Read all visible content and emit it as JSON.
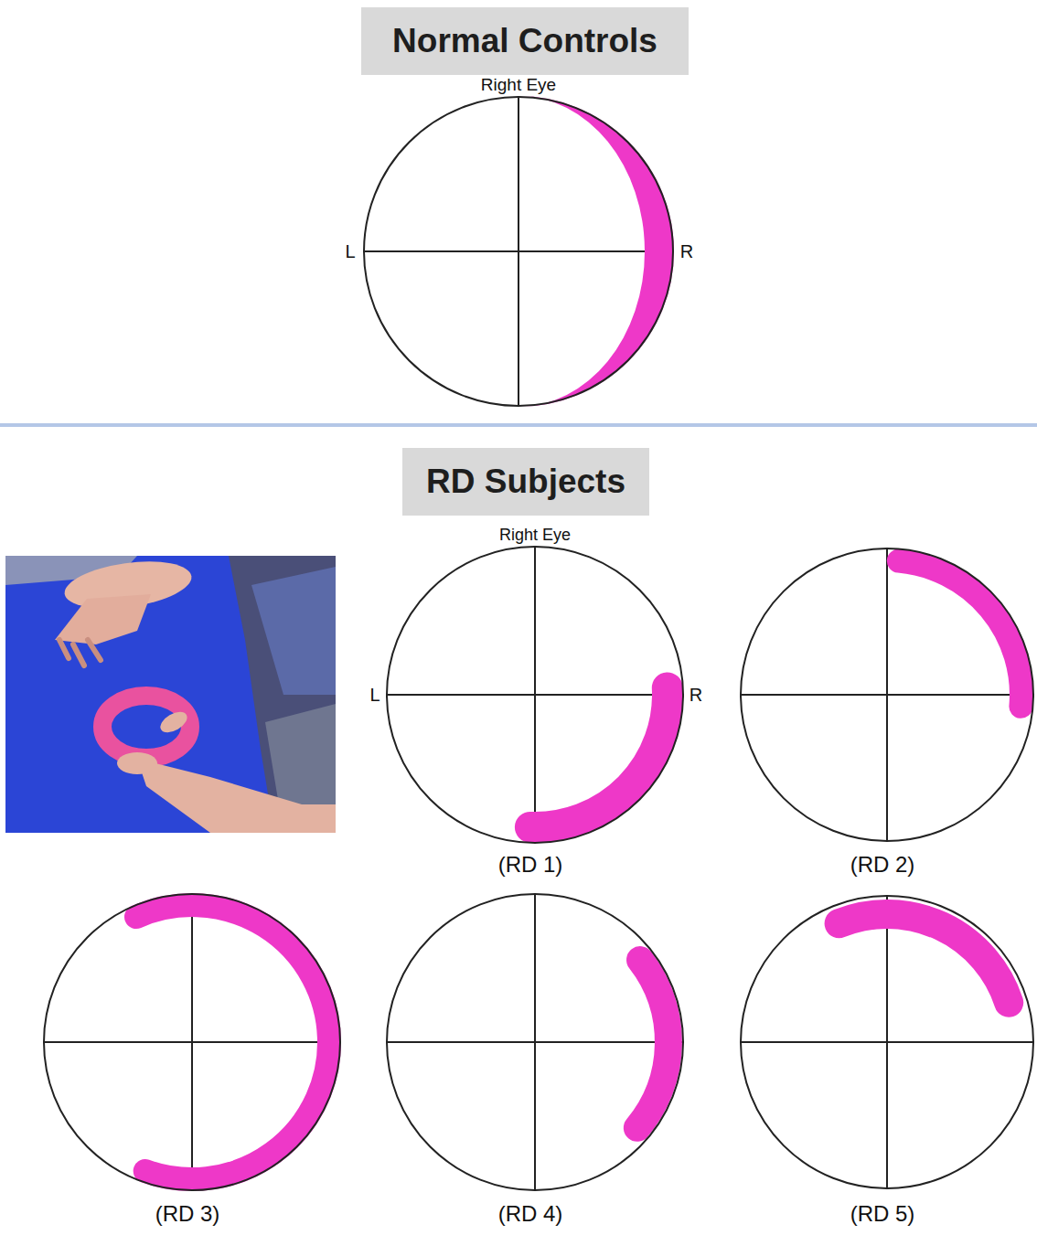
{
  "diagram": {
    "nodes": [
      {
        "text": [
          "Normal Controls"
        ]
      },
      {
        "text": [
          "Right Eye",
          "L",
          "R"
        ]
      },
      {
        "text": [
          "RD Subjects"
        ]
      },
      {
        "text": [
          "Right Eye",
          "L",
          "R",
          "(RD 1)"
        ]
      },
      {
        "text": [
          "(RD 2)"
        ]
      },
      {
        "text": [
          "(RD 3)"
        ]
      },
      {
        "text": [
          "(RD 4)"
        ]
      },
      {
        "text": [
          "(RD 5)"
        ]
      }
    ]
  }
}
